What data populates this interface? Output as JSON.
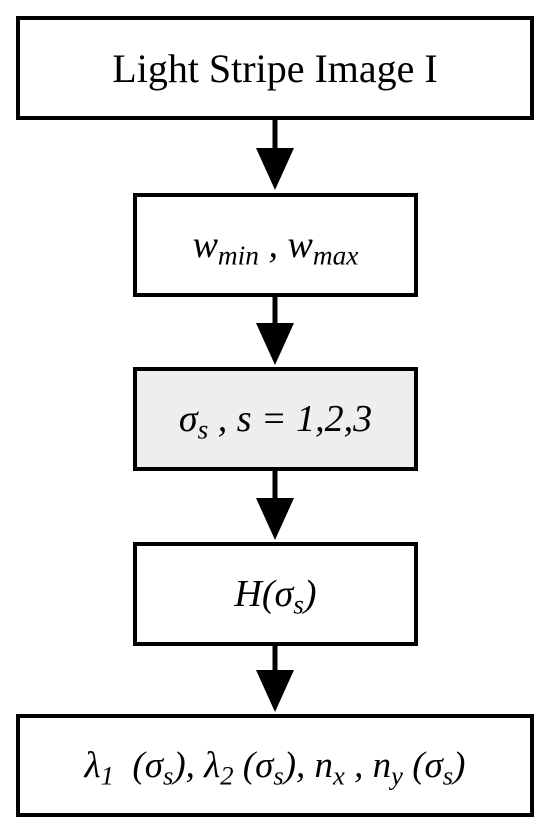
{
  "flowchart": {
    "input": {
      "label": "Light Stripe Image I"
    },
    "width_range": {
      "w_symbol_1": "w",
      "w_sub_min": "min",
      "separator": " , ",
      "w_symbol_2": "w",
      "w_sub_max": "max"
    },
    "scales": {
      "sigma": "σ",
      "sigma_sub": "s",
      "rest": " , s = 1,2,3"
    },
    "hessian": {
      "prefix": "H(σ",
      "sub": "s",
      "suffix": ")"
    },
    "output": {
      "l1": "λ",
      "l1_sub": "1",
      "l1_arg_open": "  (σ",
      "l1_arg_sub": "s",
      "l1_arg_close": "), ",
      "l2": "λ",
      "l2_sub": "2",
      "l2_arg_open": " (σ",
      "l2_arg_sub": "s",
      "l2_arg_close": "), ",
      "nx": "n",
      "nx_sub": "x",
      "sep": " , ",
      "ny": "n",
      "ny_sub": "y",
      "ny_arg_open": " (σ",
      "ny_arg_sub": "s",
      "ny_arg_close": ")"
    },
    "colors": {
      "stroke": "#000000",
      "box_fill": "#ffffff",
      "highlight_fill": "#eeeeee"
    }
  }
}
